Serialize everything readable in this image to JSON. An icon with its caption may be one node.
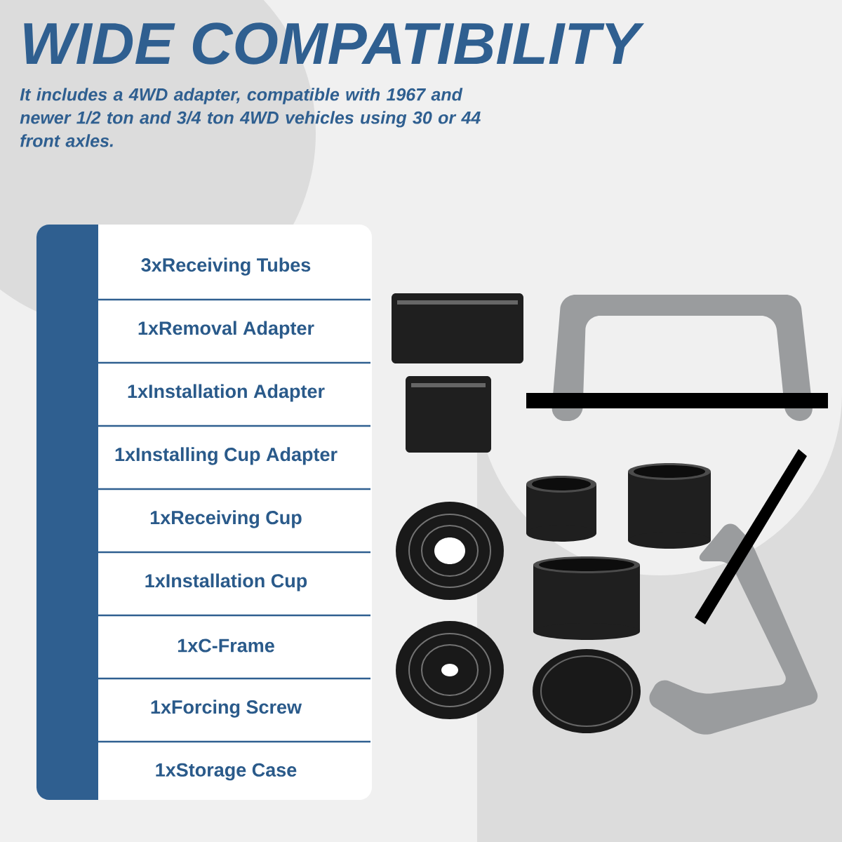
{
  "diagram": {
    "title": "WIDE COMPATIBILITY",
    "labels": [
      "It includes a 4WD adapter, compatible with 1967 and newer 1/2 ton and 3/4 ton 4WD vehicles using 30 or 44 front axles.",
      "3xReceiving Tubes",
      "1xRemoval Adapter",
      "1xInstallation Adapter",
      "1xInstalling Cup Adapter",
      "1xReceiving Cup",
      "1xInstallation Cup",
      "1xC-Frame",
      "1xForcing Screw",
      "1xStorage Case"
    ]
  }
}
